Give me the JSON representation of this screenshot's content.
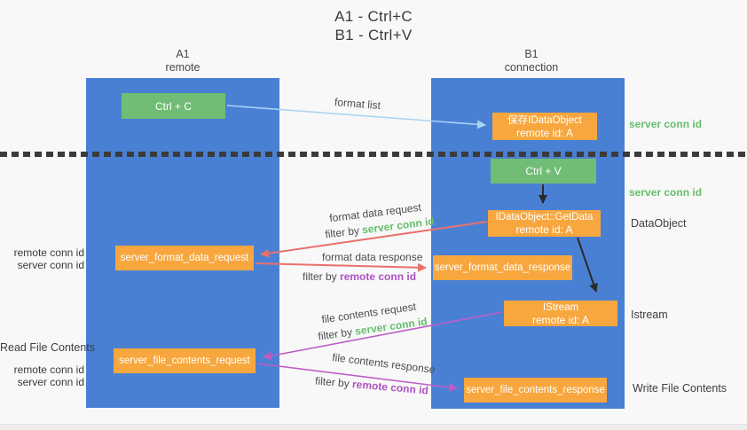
{
  "title": {
    "line1": "A1 - Ctrl+C",
    "line2": "B1 - Ctrl+V"
  },
  "lanes": {
    "a1": {
      "title": "A1",
      "subtitle": "remote"
    },
    "b1": {
      "title": "B1",
      "subtitle": "connection"
    }
  },
  "nodes": {
    "ctrl_c": {
      "label": "Ctrl + C"
    },
    "save_idataobject": {
      "line1": "保存IDataObject",
      "line2": "remote id: A"
    },
    "ctrl_v": {
      "label": "Ctrl + V"
    },
    "getdata": {
      "line1": "IDataObject::GetData",
      "line2": "remote id: A"
    },
    "format_request": {
      "label": "server_format_data_request"
    },
    "format_response": {
      "label": "server_format_data_response"
    },
    "istream": {
      "line1": "IStream",
      "line2": "remote id: A"
    },
    "file_request": {
      "label": "server_file_contents_request"
    },
    "file_response": {
      "label": "server_file_contents_response"
    }
  },
  "arrow_labels": {
    "format_list": "format list",
    "format_data_request": "format data request",
    "format_data_response": "format data response",
    "file_contents_request": "file contents request",
    "file_contents_response": "file contents response",
    "filter_by": "filter by",
    "server_conn_id": "server conn id",
    "remote_conn_id": "remote conn id"
  },
  "side_labels": {
    "server_conn_id_top_right": "server conn id",
    "server_conn_id_mid_right": "server conn id",
    "dataobject": "DataObject",
    "istream": "Istream",
    "write_file_contents": "Write File Contents",
    "read_file_contents": "Read File Contents",
    "remote_conn_id_left_top": "remote conn id",
    "server_conn_id_left_top": "server conn id",
    "remote_conn_id_left_bottom": "remote conn id",
    "server_conn_id_left_bottom": "server conn id"
  },
  "colors": {
    "lane_blue": "#4a80d4",
    "node_green": "#72bd76",
    "node_orange": "#f7a73e",
    "arrow_light_blue": "#a9d5f2",
    "arrow_red": "#e8716b",
    "arrow_purple": "#bc5ec6",
    "arrow_black": "#2b2b2b",
    "label_green": "#67bd6b",
    "label_purple": "#ab53c3"
  }
}
